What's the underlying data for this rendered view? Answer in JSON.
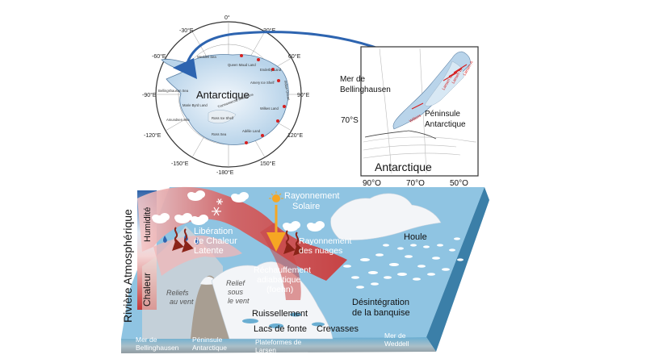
{
  "polar_map": {
    "degree_labels": [
      "0°",
      "30°E",
      "-30°E",
      "60°E",
      "-60°E",
      "90°E",
      "-90°E",
      "120°E",
      "-120°E",
      "150°E",
      "-150°E",
      "-180°E"
    ],
    "continent_label": "Antarctique",
    "region_labels": [
      "Queen Maud Land",
      "Enderby Land",
      "Amery Ice Shelf",
      "Wilkes Land",
      "Adélie Land",
      "Ross Ice Shelf",
      "Marie Byrd Land",
      "Amundsen Sea",
      "Ross Sea",
      "Bellingshausen Sea",
      "Weddell Sea",
      "Indian Ocean",
      "Transantarctic Mountains"
    ]
  },
  "inset_map": {
    "sea_label_1": "Mer de",
    "sea_label_2": "Bellinghausen",
    "peninsula_label_1": "Péninsule",
    "peninsula_label_2": "Antarctique",
    "lat_label": "70°S",
    "continent_label": "Antarctique",
    "lon_labels": [
      "90°O",
      "70°O",
      "50°O"
    ],
    "shelf_labels": [
      "Larsen C",
      "Larsen B",
      "Larsen A",
      "Wilkins"
    ]
  },
  "diagram": {
    "side_title": "Rivière Atmosphérique",
    "side_humidity": "Humidité",
    "side_heat": "Chaleur",
    "solar_1": "Rayonnement",
    "solar_2": "Solaire",
    "latent_1": "Libération",
    "latent_2": "de Chaleur",
    "latent_3": "Latente",
    "cloud_rad_1": "Rayonnement",
    "cloud_rad_2": "des nuages",
    "foehn_1": "Réchauffement",
    "foehn_2": "adiabatique",
    "foehn_3": "(foehn)",
    "windward_1": "Reliefs",
    "windward_2": "au vent",
    "leeward_1": "Relief",
    "leeward_2": "sous",
    "leeward_3": "le vent",
    "swell": "Houle",
    "runoff": "Ruissellement",
    "melt_lakes": "Lacs de fonte",
    "crevasses": "Crevasses",
    "disint_1": "Désintégration",
    "disint_2": "de la banquise",
    "bell_1": "Mer de",
    "bell_2": "Bellinghausen",
    "pen_1": "Péninsule",
    "pen_2": "Antarctique",
    "larsen_1": "Plateformes de",
    "larsen_2": "Larsen",
    "weddell_1": "Mer de",
    "weddell_2": "Weddell"
  },
  "colors": {
    "ocean": "#8fc4e2",
    "ocean_front": "#5b9fc6",
    "sky": "#cfe7f3",
    "river": "#c94646",
    "river_light": "#f2b7b7",
    "ice": "#f3f5f8",
    "mountain": "#a89e92",
    "sun": "#f6a623",
    "arrow_blue": "#2d64b0"
  }
}
